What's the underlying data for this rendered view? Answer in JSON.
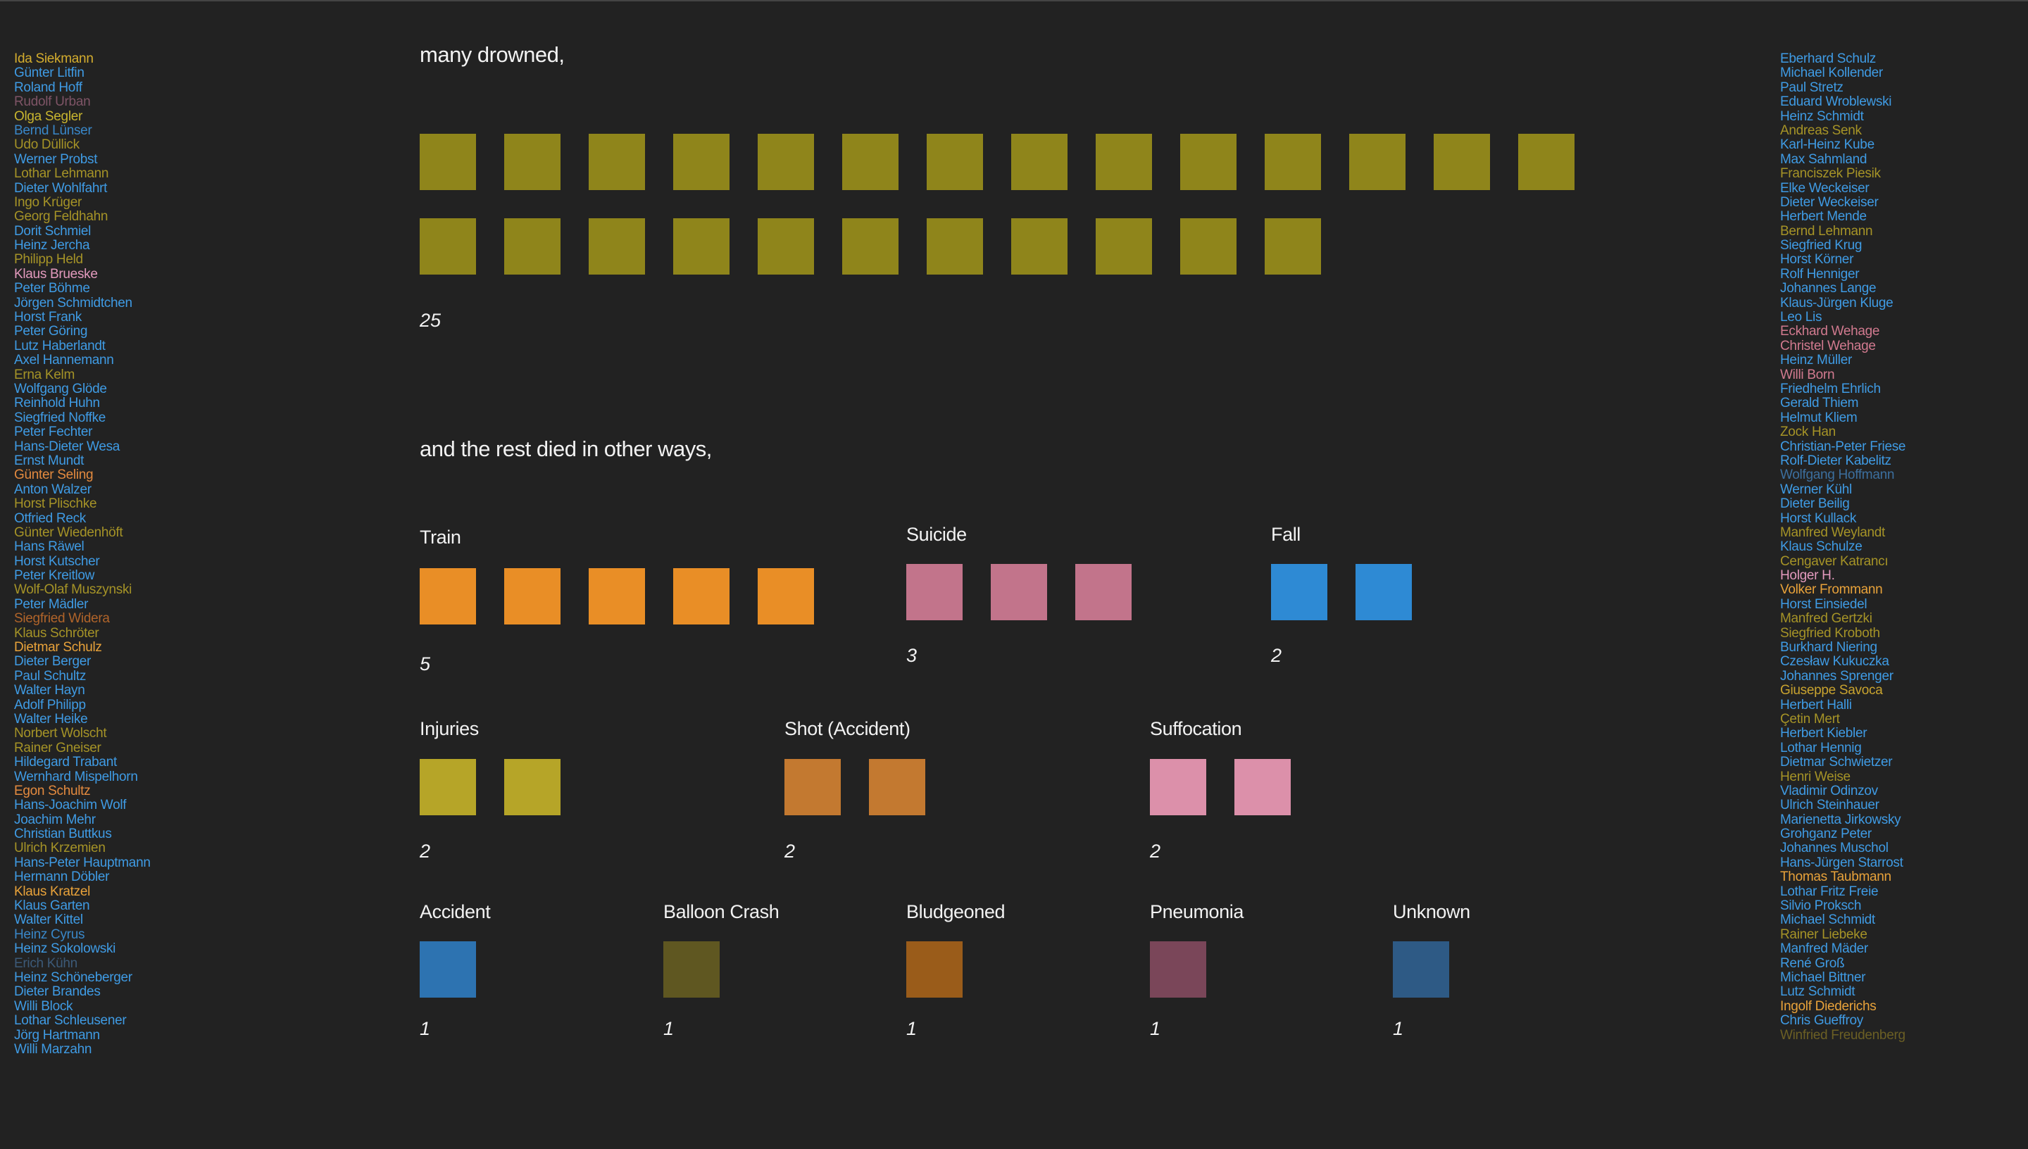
{
  "headings": {
    "drowned": "many drowned,",
    "rest": "and the rest died in other ways,"
  },
  "chart_data": {
    "type": "unit-squares",
    "categories": [
      {
        "name": "Drowned",
        "count": 25,
        "color": "#8f851b"
      },
      {
        "name": "Train",
        "count": 5,
        "color": "#e98e26"
      },
      {
        "name": "Suicide",
        "count": 3,
        "color": "#c2748b"
      },
      {
        "name": "Fall",
        "count": 2,
        "color": "#2e8ad4"
      },
      {
        "name": "Injuries",
        "count": 2,
        "color": "#b6a528"
      },
      {
        "name": "Shot (Accident)",
        "count": 2,
        "color": "#c37930"
      },
      {
        "name": "Suffocation",
        "count": 2,
        "color": "#dc90aa"
      },
      {
        "name": "Accident",
        "count": 1,
        "color": "#2d73b1"
      },
      {
        "name": "Balloon Crash",
        "count": 1,
        "color": "#5f5721"
      },
      {
        "name": "Bludgeoned",
        "count": 1,
        "color": "#9a5c1a"
      },
      {
        "name": "Pneumonia",
        "count": 1,
        "color": "#7a4659"
      },
      {
        "name": "Unknown",
        "count": 1,
        "color": "#2e5a85"
      }
    ]
  },
  "names_left": [
    {
      "name": "Ida Siekmann",
      "color": "#d4ad2e"
    },
    {
      "name": "Günter Litfin",
      "color": "#3f9be4"
    },
    {
      "name": "Roland Hoff",
      "color": "#3f9be4"
    },
    {
      "name": "Rudolf Urban",
      "color": "#7e5466"
    },
    {
      "name": "Olga Segler",
      "color": "#c8b52f"
    },
    {
      "name": "Bernd Lünser",
      "color": "#3987c8"
    },
    {
      "name": "Udo Düllick",
      "color": "#a59327"
    },
    {
      "name": "Werner Probst",
      "color": "#3f9be4"
    },
    {
      "name": "Lothar Lehmann",
      "color": "#a59327"
    },
    {
      "name": "Dieter Wohlfahrt",
      "color": "#3f9be4"
    },
    {
      "name": "Ingo Krüger",
      "color": "#a59327"
    },
    {
      "name": "Georg Feldhahn",
      "color": "#a59327"
    },
    {
      "name": "Dorit Schmiel",
      "color": "#3f9be4"
    },
    {
      "name": "Heinz Jercha",
      "color": "#3f9be4"
    },
    {
      "name": "Philipp Held",
      "color": "#a59327"
    },
    {
      "name": "Klaus Brueske",
      "color": "#e39abd"
    },
    {
      "name": "Peter Böhme",
      "color": "#3f9be4"
    },
    {
      "name": "Jörgen Schmidtchen",
      "color": "#3f9be4"
    },
    {
      "name": "Horst Frank",
      "color": "#3f9be4"
    },
    {
      "name": "Peter Göring",
      "color": "#3f9be4"
    },
    {
      "name": "Lutz Haberlandt",
      "color": "#3f9be4"
    },
    {
      "name": "Axel Hannemann",
      "color": "#3f9be4"
    },
    {
      "name": "Erna Kelm",
      "color": "#a59327"
    },
    {
      "name": "Wolfgang Glöde",
      "color": "#3f9be4"
    },
    {
      "name": "Reinhold Huhn",
      "color": "#3f9be4"
    },
    {
      "name": "Siegfried Noffke",
      "color": "#3f9be4"
    },
    {
      "name": "Peter Fechter",
      "color": "#3f9be4"
    },
    {
      "name": "Hans-Dieter Wesa",
      "color": "#3f9be4"
    },
    {
      "name": "Ernst Mundt",
      "color": "#3f9be4"
    },
    {
      "name": "Günter Seling",
      "color": "#e38a3f"
    },
    {
      "name": "Anton Walzer",
      "color": "#3f9be4"
    },
    {
      "name": "Horst Plischke",
      "color": "#a59327"
    },
    {
      "name": "Otfried Reck",
      "color": "#3f9be4"
    },
    {
      "name": "Günter Wiedenhöft",
      "color": "#a59327"
    },
    {
      "name": "Hans Räwel",
      "color": "#3f9be4"
    },
    {
      "name": "Horst Kutscher",
      "color": "#3f9be4"
    },
    {
      "name": "Peter Kreitlow",
      "color": "#3f9be4"
    },
    {
      "name": "Wolf-Olaf Muszynski",
      "color": "#a59327"
    },
    {
      "name": "Peter Mädler",
      "color": "#3f9be4"
    },
    {
      "name": "Siegfried Widera",
      "color": "#b0642a"
    },
    {
      "name": "Klaus Schröter",
      "color": "#a59327"
    },
    {
      "name": "Dietmar Schulz",
      "color": "#e8a23a"
    },
    {
      "name": "Dieter Berger",
      "color": "#3f9be4"
    },
    {
      "name": "Paul Schultz",
      "color": "#3f9be4"
    },
    {
      "name": "Walter Hayn",
      "color": "#3f9be4"
    },
    {
      "name": "Adolf Philipp",
      "color": "#3f9be4"
    },
    {
      "name": "Walter Heike",
      "color": "#3f9be4"
    },
    {
      "name": "Norbert Wolscht",
      "color": "#a59327"
    },
    {
      "name": "Rainer Gneiser",
      "color": "#a59327"
    },
    {
      "name": "Hildegard Trabant",
      "color": "#3f9be4"
    },
    {
      "name": "Wernhard Mispelhorn",
      "color": "#3f9be4"
    },
    {
      "name": "Egon Schultz",
      "color": "#e38a3f"
    },
    {
      "name": "Hans-Joachim Wolf",
      "color": "#3f9be4"
    },
    {
      "name": "Joachim Mehr",
      "color": "#3f9be4"
    },
    {
      "name": "Christian Buttkus",
      "color": "#3f9be4"
    },
    {
      "name": "Ulrich Krzemien",
      "color": "#a59327"
    },
    {
      "name": "Hans-Peter Hauptmann",
      "color": "#3f9be4"
    },
    {
      "name": "Hermann Döbler",
      "color": "#3f9be4"
    },
    {
      "name": "Klaus Kratzel",
      "color": "#e8a23a"
    },
    {
      "name": "Klaus Garten",
      "color": "#3f9be4"
    },
    {
      "name": "Walter Kittel",
      "color": "#3f9be4"
    },
    {
      "name": "Heinz Cyrus",
      "color": "#3987c8"
    },
    {
      "name": "Heinz Sokolowski",
      "color": "#3f9be4"
    },
    {
      "name": "Erich Kühn",
      "color": "#3c5a78"
    },
    {
      "name": "Heinz Schöneberger",
      "color": "#3f9be4"
    },
    {
      "name": "Dieter Brandes",
      "color": "#3f9be4"
    },
    {
      "name": "Willi Block",
      "color": "#3f9be4"
    },
    {
      "name": "Lothar Schleusener",
      "color": "#3f9be4"
    },
    {
      "name": "Jörg Hartmann",
      "color": "#3f9be4"
    },
    {
      "name": "Willi Marzahn",
      "color": "#3f9be4"
    }
  ],
  "names_right": [
    {
      "name": "Eberhard Schulz",
      "color": "#3f9be4"
    },
    {
      "name": "Michael Kollender",
      "color": "#3f9be4"
    },
    {
      "name": "Paul Stretz",
      "color": "#3f9be4"
    },
    {
      "name": "Eduard Wroblewski",
      "color": "#3f9be4"
    },
    {
      "name": "Heinz Schmidt",
      "color": "#3f9be4"
    },
    {
      "name": "Andreas Senk",
      "color": "#a59327"
    },
    {
      "name": "Karl-Heinz Kube",
      "color": "#3f9be4"
    },
    {
      "name": "Max Sahmland",
      "color": "#3f9be4"
    },
    {
      "name": "Franciszek Piesik",
      "color": "#a59327"
    },
    {
      "name": "Elke Weckeiser",
      "color": "#3f9be4"
    },
    {
      "name": "Dieter Weckeiser",
      "color": "#3f9be4"
    },
    {
      "name": "Herbert Mende",
      "color": "#3f9be4"
    },
    {
      "name": "Bernd Lehmann",
      "color": "#a59327"
    },
    {
      "name": "Siegfried Krug",
      "color": "#3f9be4"
    },
    {
      "name": "Horst Körner",
      "color": "#3f9be4"
    },
    {
      "name": "Rolf Henniger",
      "color": "#3f9be4"
    },
    {
      "name": "Johannes Lange",
      "color": "#3f9be4"
    },
    {
      "name": "Klaus-Jürgen Kluge",
      "color": "#3f9be4"
    },
    {
      "name": "Leo Lis",
      "color": "#3f9be4"
    },
    {
      "name": "Eckhard Wehage",
      "color": "#d17a8f"
    },
    {
      "name": "Christel Wehage",
      "color": "#d17a8f"
    },
    {
      "name": "Heinz Müller",
      "color": "#3f9be4"
    },
    {
      "name": "Willi Born",
      "color": "#d17a8f"
    },
    {
      "name": "Friedhelm Ehrlich",
      "color": "#3f9be4"
    },
    {
      "name": "Gerald Thiem",
      "color": "#3f9be4"
    },
    {
      "name": "Helmut Kliem",
      "color": "#3f9be4"
    },
    {
      "name": "Zock Han",
      "color": "#a59327"
    },
    {
      "name": "Christian-Peter Friese",
      "color": "#3f9be4"
    },
    {
      "name": "Rolf-Dieter Kabelitz",
      "color": "#3f9be4"
    },
    {
      "name": "Wolfgang Hoffmann",
      "color": "#3c6f9e"
    },
    {
      "name": "Werner Kühl",
      "color": "#3f9be4"
    },
    {
      "name": "Dieter Beilig",
      "color": "#3f9be4"
    },
    {
      "name": "Horst Kullack",
      "color": "#3f9be4"
    },
    {
      "name": "Manfred Weylandt",
      "color": "#a59327"
    },
    {
      "name": "Klaus Schulze",
      "color": "#3f9be4"
    },
    {
      "name": "Cengaver Katrancı",
      "color": "#a59327"
    },
    {
      "name": "Holger H.",
      "color": "#e39abd"
    },
    {
      "name": "Volker Frommann",
      "color": "#e8a23a"
    },
    {
      "name": "Horst Einsiedel",
      "color": "#3f9be4"
    },
    {
      "name": "Manfred Gertzki",
      "color": "#a59327"
    },
    {
      "name": "Siegfried Kroboth",
      "color": "#a59327"
    },
    {
      "name": "Burkhard Niering",
      "color": "#3f9be4"
    },
    {
      "name": "Czesław Kukuczka",
      "color": "#3f9be4"
    },
    {
      "name": "Johannes Sprenger",
      "color": "#3f9be4"
    },
    {
      "name": "Giuseppe Savoca",
      "color": "#c8a32f"
    },
    {
      "name": "Herbert Halli",
      "color": "#3f9be4"
    },
    {
      "name": "Çetin Mert",
      "color": "#a59327"
    },
    {
      "name": "Herbert Kiebler",
      "color": "#3f9be4"
    },
    {
      "name": "Lothar Hennig",
      "color": "#3f9be4"
    },
    {
      "name": "Dietmar Schwietzer",
      "color": "#3f9be4"
    },
    {
      "name": "Henri Weise",
      "color": "#a59327"
    },
    {
      "name": "Vladimir Odinzov",
      "color": "#3f9be4"
    },
    {
      "name": "Ulrich Steinhauer",
      "color": "#3f9be4"
    },
    {
      "name": "Marienetta Jirkowsky",
      "color": "#3f9be4"
    },
    {
      "name": "Grohganz Peter",
      "color": "#3f9be4"
    },
    {
      "name": "Johannes Muschol",
      "color": "#3f9be4"
    },
    {
      "name": "Hans-Jürgen Starrost",
      "color": "#3f9be4"
    },
    {
      "name": "Thomas Taubmann",
      "color": "#e8a23a"
    },
    {
      "name": "Lothar Fritz Freie",
      "color": "#3f9be4"
    },
    {
      "name": "Silvio Proksch",
      "color": "#3f9be4"
    },
    {
      "name": "Michael Schmidt",
      "color": "#3f9be4"
    },
    {
      "name": "Rainer Liebeke",
      "color": "#a59327"
    },
    {
      "name": "Manfred Mäder",
      "color": "#3f9be4"
    },
    {
      "name": "René Groß",
      "color": "#3f9be4"
    },
    {
      "name": "Michael Bittner",
      "color": "#3f9be4"
    },
    {
      "name": "Lutz Schmidt",
      "color": "#3f9be4"
    },
    {
      "name": "Ingolf Diederichs",
      "color": "#e8a23a"
    },
    {
      "name": "Chris Gueffroy",
      "color": "#3f9be4"
    },
    {
      "name": "Winfried Freudenberg",
      "color": "#6b5f24"
    }
  ]
}
